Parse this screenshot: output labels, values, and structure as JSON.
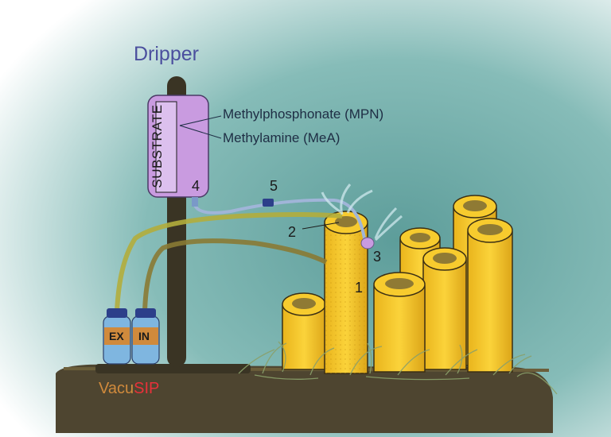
{
  "title": "Dripper",
  "substrate_label": "SUBSTRATE",
  "compounds": [
    "Methylphosphonate (MPN)",
    "Methylamine (MeA)"
  ],
  "parts": {
    "sponge": "1",
    "osculum": "2",
    "tube_tip": "3",
    "dripper_outlet": "4",
    "valve": "5"
  },
  "bottles": {
    "left": "EX",
    "right": "IN"
  },
  "system": {
    "prefix": "Vacu",
    "suffix": "SIP"
  },
  "colors": {
    "title": "#4b4f9e",
    "sponge": "#f5c62a",
    "sponge_inner": "#8f7a34",
    "sediment": "#4e4530",
    "stand": "#3a3424",
    "dripper": "#c99be0",
    "bottle": "#7fb6e0",
    "water": "#6aa7a3",
    "vacu": "#d08a3c",
    "sip": "#e8313a"
  }
}
